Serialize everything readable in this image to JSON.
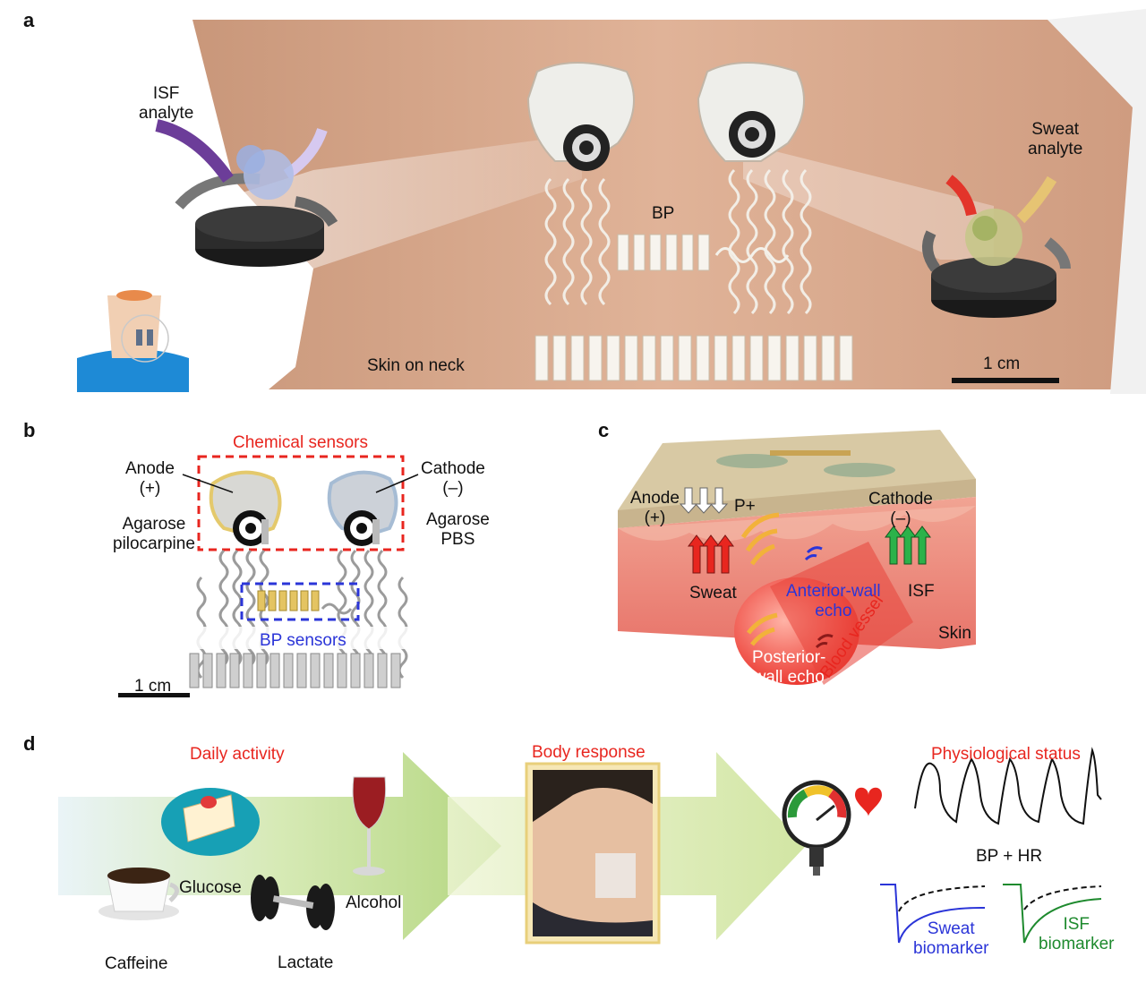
{
  "panels": {
    "a": "a",
    "b": "b",
    "c": "c",
    "d": "d"
  },
  "panel_a": {
    "isf_analyte": [
      "ISF",
      "analyte"
    ],
    "sweat_analyte": [
      "Sweat",
      "analyte"
    ],
    "bp": "BP",
    "skin_on_neck": "Skin on neck",
    "scale": "1 cm"
  },
  "panel_b": {
    "chemical_sensors": "Chemical sensors",
    "anode": [
      "Anode",
      "(+)"
    ],
    "agarose_pilocarpine": [
      "Agarose",
      "pilocarpine"
    ],
    "cathode": [
      "Cathode",
      "(–)"
    ],
    "agarose_pbs": [
      "Agarose",
      "PBS"
    ],
    "bp_sensors": "BP sensors",
    "scale": "1 cm"
  },
  "panel_c": {
    "anode": [
      "Anode",
      "(+)"
    ],
    "p_plus": "P+",
    "cathode": [
      "Cathode",
      "(–)"
    ],
    "sweat": "Sweat",
    "isf": "ISF",
    "anterior": [
      "Anterior-wall",
      "echo"
    ],
    "posterior": [
      "Posterior-",
      "wall echo"
    ],
    "skin": "Skin",
    "blood_vessel": "Blood vessel"
  },
  "panel_d": {
    "daily_activity": "Daily activity",
    "body_response": "Body response",
    "physiological_status": "Physiological status",
    "caffeine": "Caffeine",
    "glucose": "Glucose",
    "lactate": "Lactate",
    "alcohol": "Alcohol",
    "bp_hr": "BP + HR",
    "sweat_biomarker": [
      "Sweat",
      "biomarker"
    ],
    "isf_biomarker": [
      "ISF",
      "biomarker"
    ]
  },
  "colors": {
    "red": "#e8261f",
    "blue": "#2b35d8",
    "green": "#1e8a2e",
    "skin": "#d9ab8e",
    "gel": "#f2e4c2"
  }
}
